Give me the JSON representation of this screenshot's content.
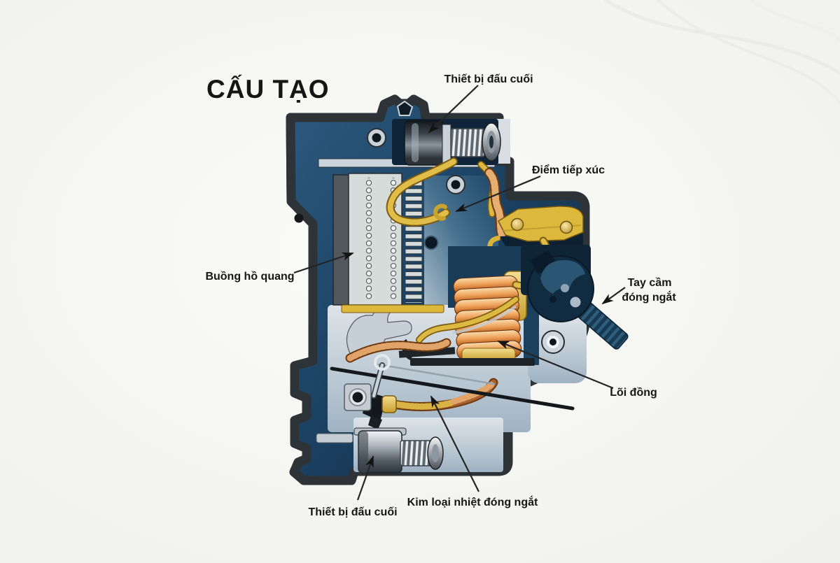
{
  "page": {
    "background_color": "#f4f4f1"
  },
  "diagram": {
    "title": "CẤU TẠO",
    "labels": {
      "terminal_top": "Thiết bị đấu cuối",
      "contact_point": "Điểm tiếp xúc",
      "arc_chamber": "Buồng hồ quang",
      "handle_line1": "Tay cầm",
      "handle_line2": "đóng ngắt",
      "copper_core": "Lõi đồng",
      "thermal_metal": "Kim loại nhiệt đóng ngắt",
      "terminal_bottom": "Thiết bị đấu cuối"
    },
    "palette": {
      "background": "#f4f4f1",
      "case_wall": "#dde2e7",
      "interior_navy": "#1d4265",
      "interior_navy_dark": "#0f2940",
      "panel_light": "#ccd6de",
      "brass_yellow": "#dcb83d",
      "copper_coil": "#d0793a",
      "copper_braid": "#a86030",
      "handle_navy": "#16384f",
      "metal_light": "#e9edf0",
      "metal_dark": "#3f474e",
      "label_text": "#161616"
    }
  }
}
